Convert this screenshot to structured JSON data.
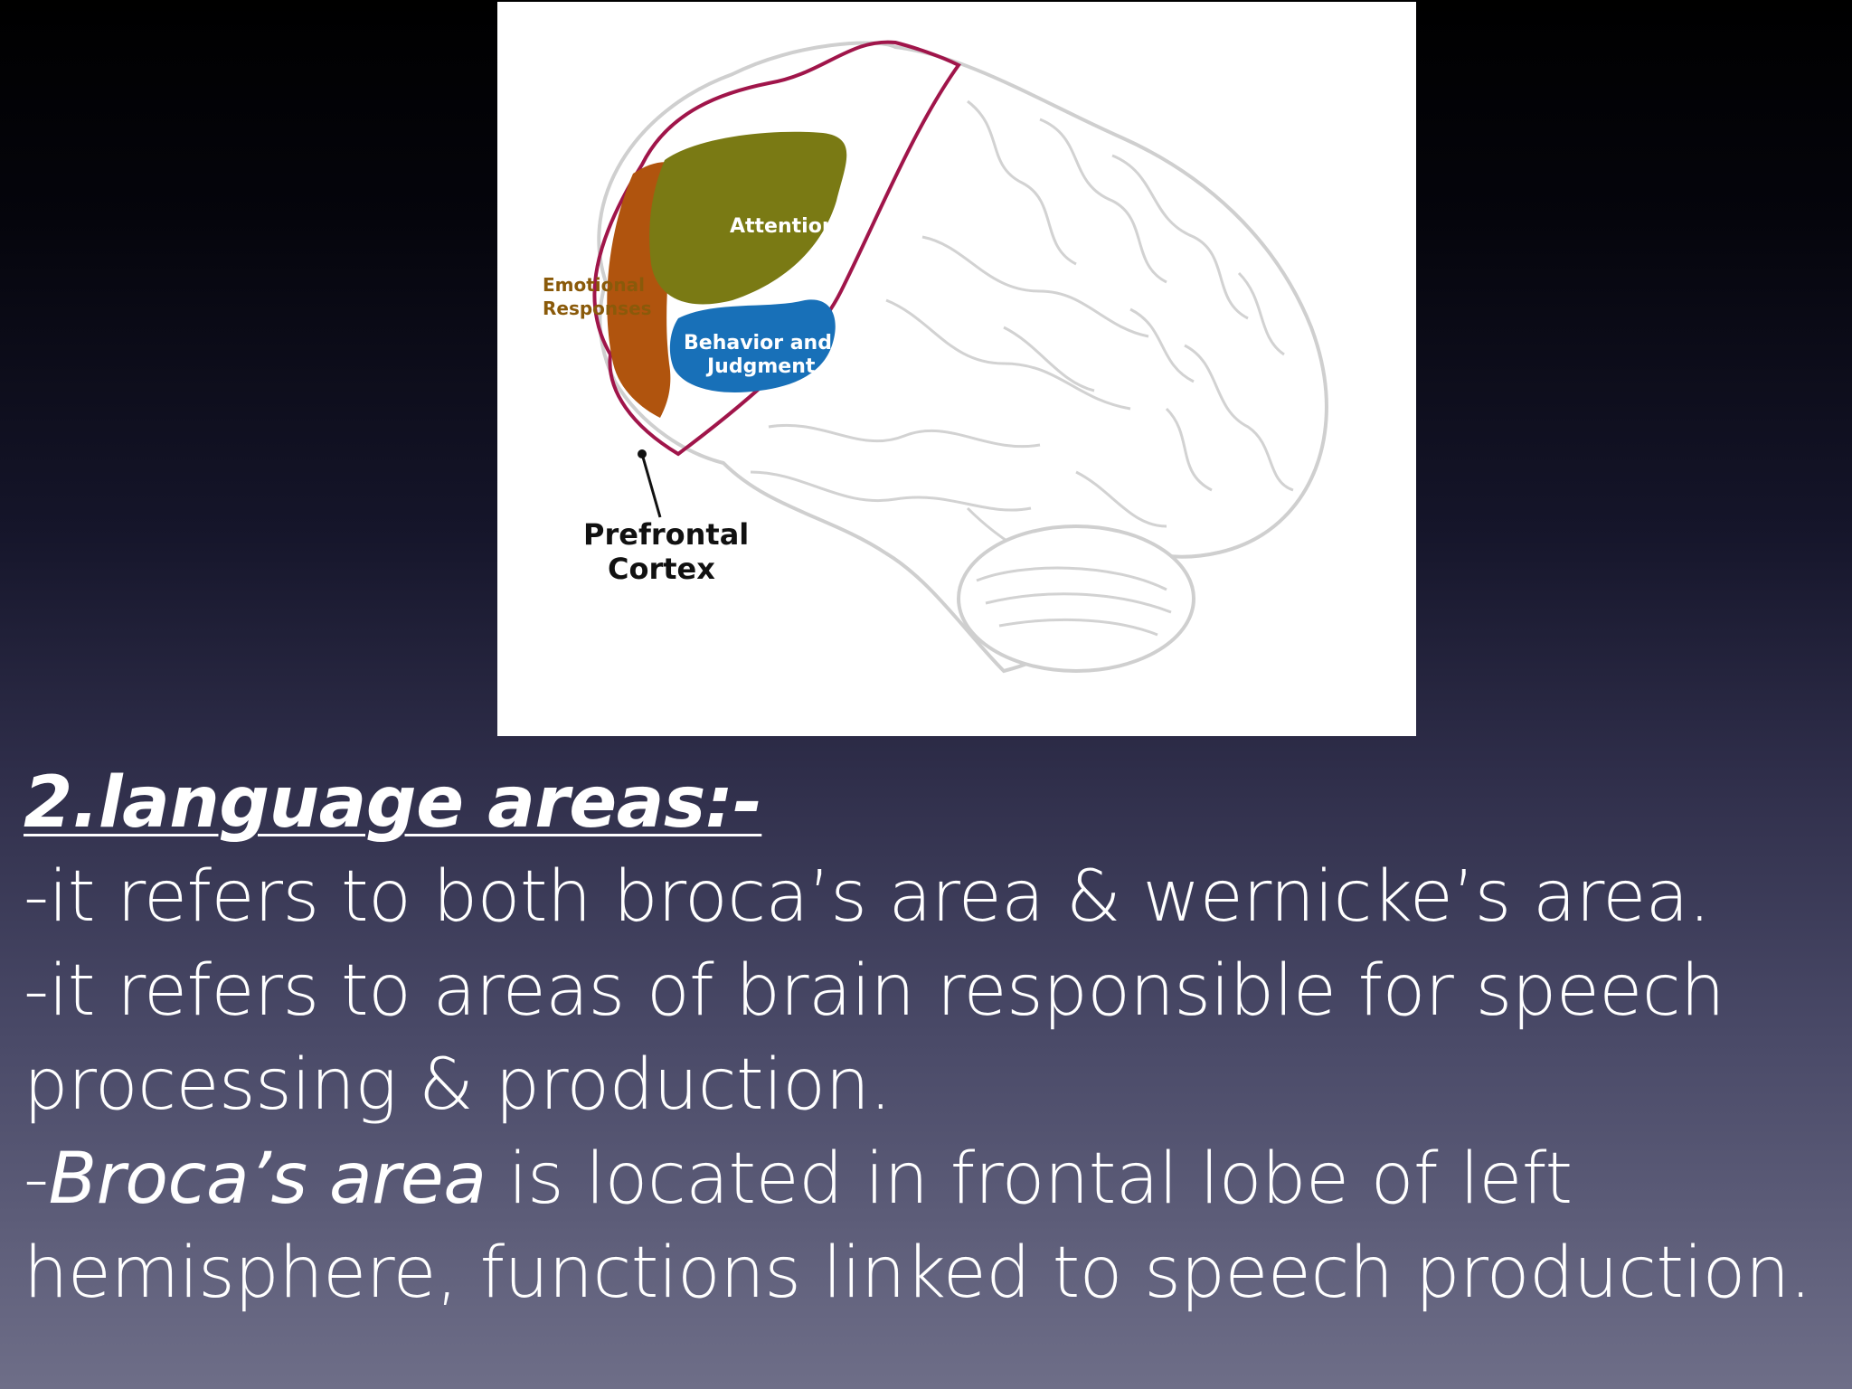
{
  "diagram": {
    "labels": {
      "attention": "Attention",
      "emotional_1": "Emotional",
      "emotional_2": "Responses",
      "behavior_1": "Behavior and",
      "behavior_2": "Judgment",
      "prefrontal_1": "Prefrontal",
      "prefrontal_2": "Cortex"
    },
    "colors": {
      "outline": "#a0154a",
      "attention": "#7a7a14",
      "emotional": "#b0540e",
      "behavior": "#1870b8",
      "brain_lines": "#c4c4c4"
    }
  },
  "text": {
    "heading": "2.language areas:-",
    "line1": "-it refers to both broca’s area & wernicke’s area.",
    "line2": "-it refers to areas of brain responsible for speech",
    "line3": "processing & production.",
    "line4_prefix": "-",
    "line4_italic": "Broca’s area",
    "line4_rest": " is located in frontal lobe of left",
    "line5": "hemisphere, functions linked to speech production."
  }
}
